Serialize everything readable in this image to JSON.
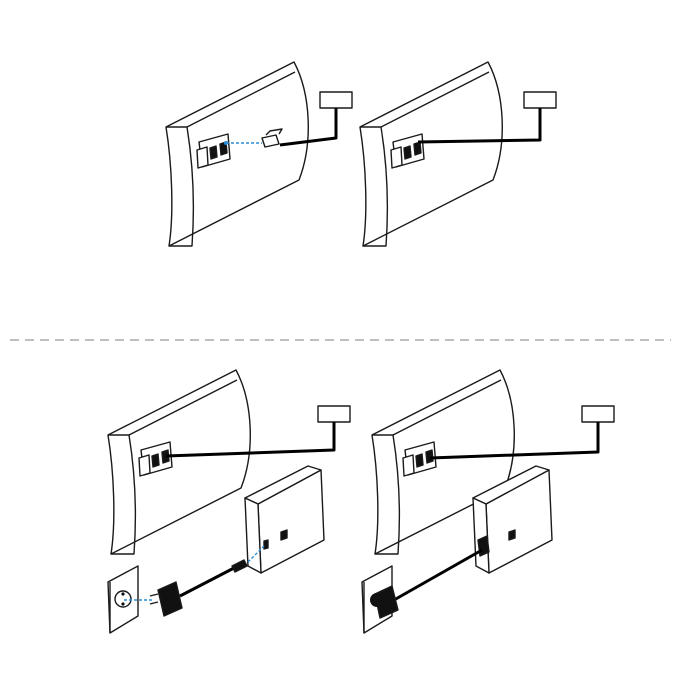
{
  "figure": {
    "colors": {
      "line": "#1a1a1a",
      "guide": "#2a8fd6",
      "separator": "#999999",
      "cable": "#000000"
    },
    "icons": [
      "wall-unit",
      "ethernet-port",
      "ethernet-plug",
      "wall-box",
      "router-box",
      "power-outlet",
      "power-adapter"
    ],
    "panels": [
      {
        "name": "ethernet-connect-before",
        "state": "unplugged",
        "guide_visible": true
      },
      {
        "name": "ethernet-connect-after",
        "state": "plugged",
        "guide_visible": false
      },
      {
        "name": "power-connect-before",
        "state": "unplugged",
        "guide_visible": true
      },
      {
        "name": "power-connect-after",
        "state": "plugged",
        "guide_visible": false
      }
    ]
  }
}
